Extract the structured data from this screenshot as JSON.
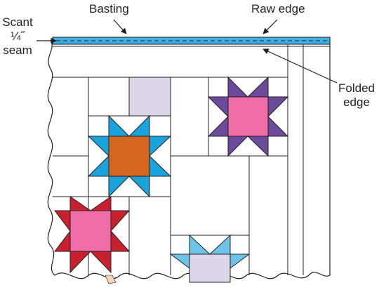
{
  "labels": {
    "basting": "Basting",
    "raw_edge": "Raw edge",
    "scant_line1": "Scant",
    "scant_line2": "¼˝",
    "scant_line3": "seam",
    "folded_line1": "Folded",
    "folded_line2": "edge"
  },
  "colors": {
    "outline": "#231f20",
    "binding_strip": "#3db1e3",
    "star_blue": "#1aa3dc",
    "star_purple": "#6c4a9c",
    "star_red": "#c8202e",
    "star_light_blue": "#6ec3e8",
    "center_pink": "#ef6ea8",
    "center_orange": "#d4661e",
    "center_lavender": "#ddd6e8",
    "lavender_patch": "#ddd6e8",
    "peach_patch": "#f6d0b8"
  }
}
